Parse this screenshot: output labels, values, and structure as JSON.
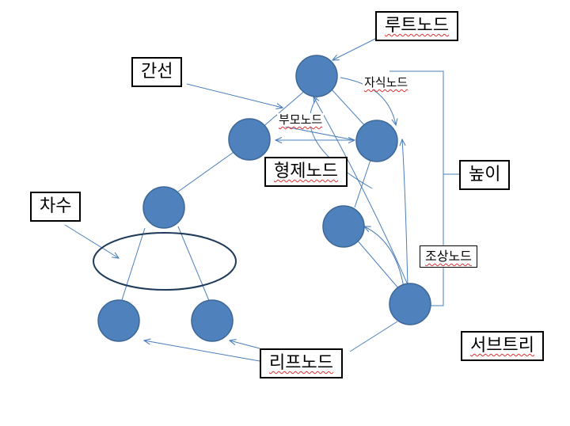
{
  "labels": {
    "root": "루트노드",
    "edge": "간선",
    "child": "자식노드",
    "parent": "부모노드",
    "sibling": "형제노드",
    "height": "높이",
    "degree": "차수",
    "ancestor": "조상노드",
    "subtree": "서브트리",
    "leaf": "리프노드"
  },
  "colors": {
    "node_fill": "#4f81bd",
    "edge": "#4a7ebb"
  }
}
